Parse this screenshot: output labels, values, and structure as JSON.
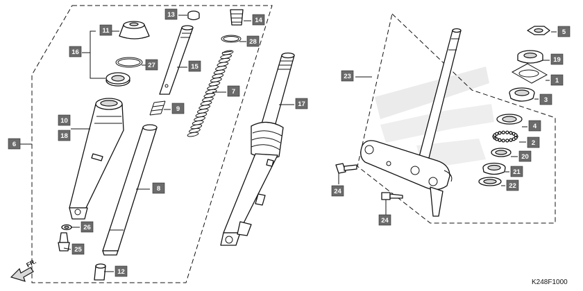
{
  "diagram": {
    "drawing_code": "K248F1000",
    "direction_label": "FR.",
    "callouts": [
      {
        "id": "c11",
        "label": "11"
      },
      {
        "id": "c13",
        "label": "13"
      },
      {
        "id": "c14",
        "label": "14"
      },
      {
        "id": "c16",
        "label": "16"
      },
      {
        "id": "c27",
        "label": "27"
      },
      {
        "id": "c15",
        "label": "15"
      },
      {
        "id": "c28",
        "label": "28"
      },
      {
        "id": "c7",
        "label": "7"
      },
      {
        "id": "c9",
        "label": "9"
      },
      {
        "id": "c17",
        "label": "17"
      },
      {
        "id": "c10",
        "label": "10"
      },
      {
        "id": "c18",
        "label": "18"
      },
      {
        "id": "c6",
        "label": "6"
      },
      {
        "id": "c8",
        "label": "8"
      },
      {
        "id": "c26",
        "label": "26"
      },
      {
        "id": "c25",
        "label": "25"
      },
      {
        "id": "c12",
        "label": "12"
      },
      {
        "id": "c23",
        "label": "23"
      },
      {
        "id": "c5",
        "label": "5"
      },
      {
        "id": "c19",
        "label": "19"
      },
      {
        "id": "c1",
        "label": "1"
      },
      {
        "id": "c3",
        "label": "3"
      },
      {
        "id": "c4",
        "label": "4"
      },
      {
        "id": "c2",
        "label": "2"
      },
      {
        "id": "c20",
        "label": "20"
      },
      {
        "id": "c21",
        "label": "21"
      },
      {
        "id": "c22",
        "label": "22"
      },
      {
        "id": "c24a",
        "label": "24"
      },
      {
        "id": "c24b",
        "label": "24"
      }
    ]
  }
}
